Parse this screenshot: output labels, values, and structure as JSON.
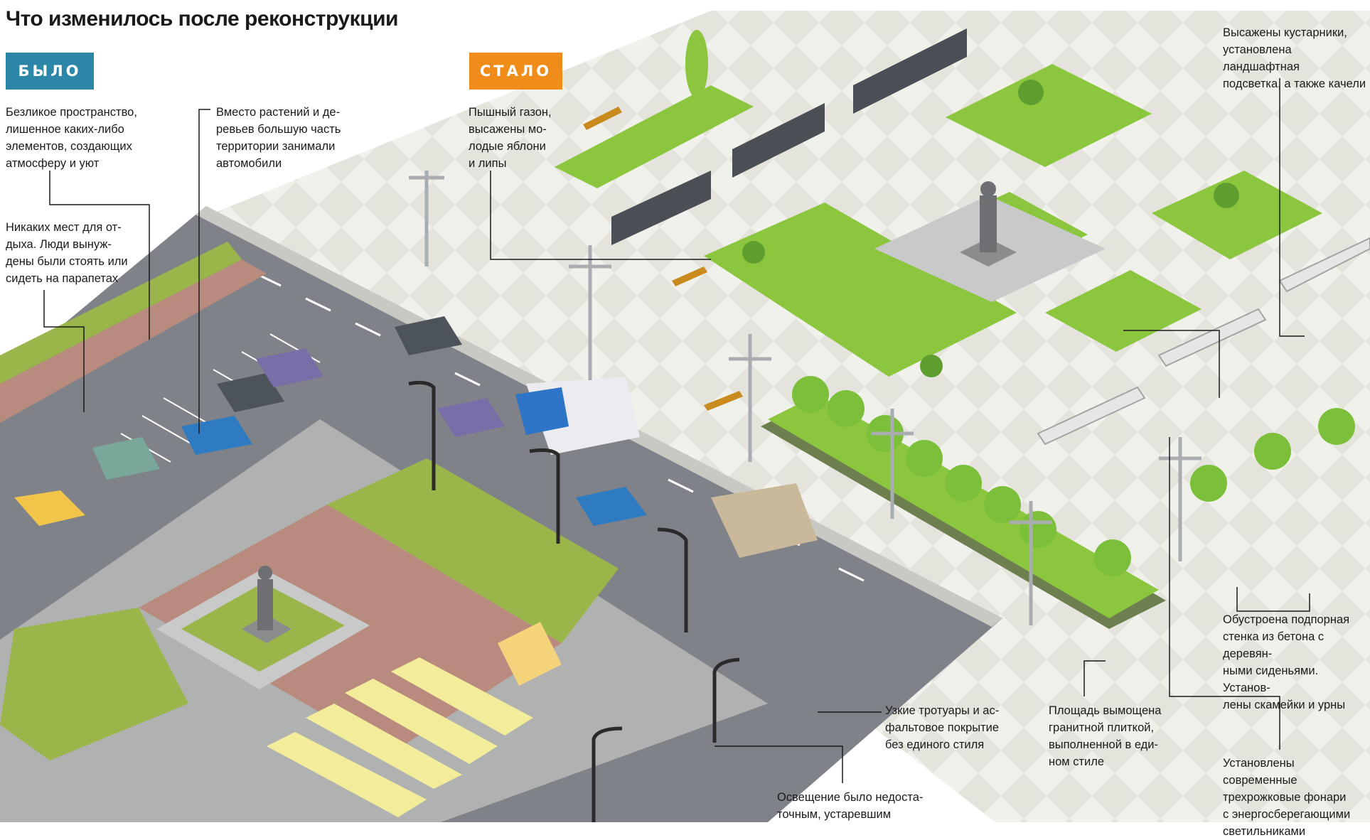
{
  "title": "Что изменилось после реконструкции",
  "badges": {
    "before": "БЫЛО",
    "after": "СТАЛО"
  },
  "colors": {
    "before_badge": "#2b86a8",
    "after_badge": "#f08c1a",
    "leader_line": "#1a1a1a",
    "lawn": "#8cc63f",
    "asphalt": "#7f8389",
    "brick_path": "#b98b7f"
  },
  "icons": {
    "monument": "monument-icon",
    "tree": "tree-icon",
    "street_lamp": "street-lamp-icon",
    "bus": "bus-icon",
    "car": "car-icon",
    "swing": "swing-icon",
    "bench": "bench-icon"
  },
  "annotations": {
    "faceless": "Безликое пространство,\nлишенное каких-либо\nэлементов, создающих\nатмосферу и уют",
    "no_seats": "Никаких мест для от-\nдыха. Люди вынуж-\nдены были стоять или\nсидеть на парапетах",
    "cars": "Вместо растений и де-\nревьев большую часть\nтерритории занимали\nавтомобили",
    "lawn": "Пышный газон,\nвысажены мо-\nлодые яблони\nи липы",
    "shrubs": "Высажены кустарники,\nустановлена ландшафтная\nподсветка, а также качели",
    "retaining_wall": "Обустроена подпорная\nстенка из бетона с деревян-\nными сиденьями. Установ-\nлены скамейки и урны",
    "modern_lamps": "Установлены современные\nтрехрожковые фонари\nс энергосберегающими\nсветильниками",
    "granite": "Площадь вымощена\nгранитной плиткой,\nвыполненной в еди-\nном стиле",
    "sidewalks": "Узкие тротуары и ас-\nфальтовое покрытие\nбез единого стиля",
    "lighting": "Освещение было недоста-\nточным, устаревшим"
  }
}
